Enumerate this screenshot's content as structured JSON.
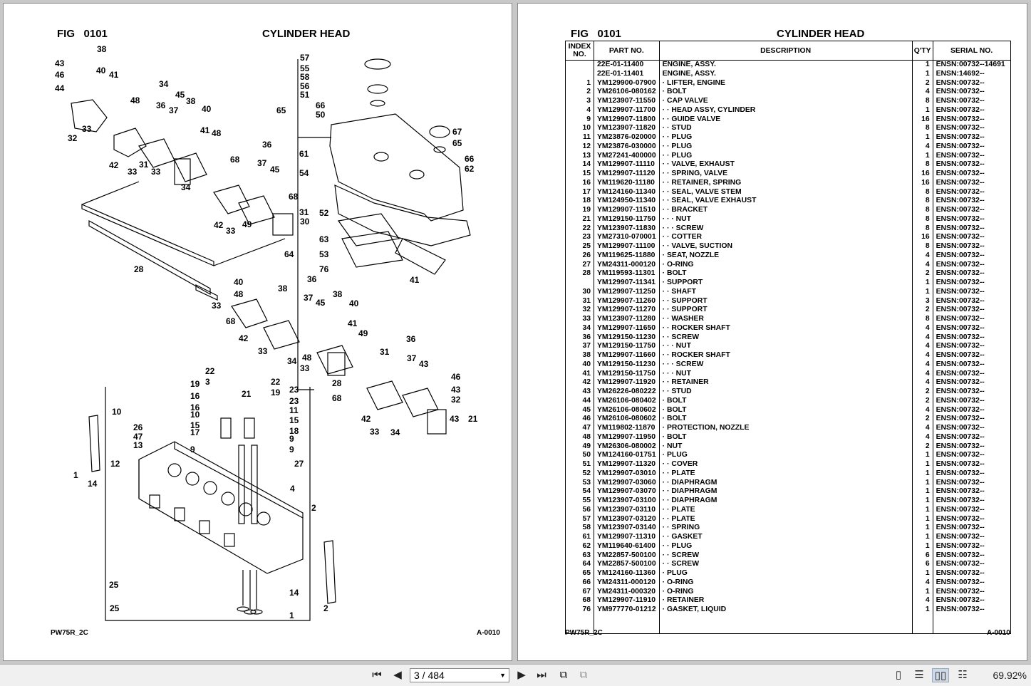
{
  "left_page": {
    "fig_label": "FIG",
    "fig_number": "0101",
    "title": "CYLINDER HEAD",
    "footer_left": "PW75R_2C",
    "footer_right": "A-0010"
  },
  "right_page": {
    "fig_label": "FIG",
    "fig_number": "0101",
    "title": "CYLINDER HEAD",
    "footer_left": "PW75R_2C",
    "footer_right": "A-0010",
    "columns": {
      "index": "INDEX NO.",
      "part": "PART NO.",
      "desc": "DESCRIPTION",
      "qty": "Q'TY",
      "serial": "SERIAL NO."
    },
    "rows": [
      [
        "",
        "22E-01-11400",
        "ENGINE, ASSY.",
        "1",
        "ENSN:00732--14691"
      ],
      [
        "",
        "22E-01-11401",
        "ENGINE, ASSY.",
        "1",
        "ENSN:14692--"
      ],
      [
        "1",
        "YM129900-07900",
        "· LIFTER, ENGINE",
        "2",
        "ENSN:00732--"
      ],
      [
        "2",
        "YM26106-080162",
        "· BOLT",
        "4",
        "ENSN:00732--"
      ],
      [
        "3",
        "YM123907-11550",
        "· CAP VALVE",
        "8",
        "ENSN:00732--"
      ],
      [
        "4",
        "YM129907-11700",
        "· · HEAD ASSY, CYLINDER",
        "1",
        "ENSN:00732--"
      ],
      [
        "9",
        "YM129907-11800",
        "· · GUIDE VALVE",
        "16",
        "ENSN:00732--"
      ],
      [
        "10",
        "YM123907-11820",
        "· · STUD",
        "8",
        "ENSN:00732--"
      ],
      [
        "11",
        "YM23876-020000",
        "· · PLUG",
        "1",
        "ENSN:00732--"
      ],
      [
        "12",
        "YM23876-030000",
        "· · PLUG",
        "4",
        "ENSN:00732--"
      ],
      [
        "13",
        "YM27241-400000",
        "· · PLUG",
        "1",
        "ENSN:00732--"
      ],
      [
        "14",
        "YM129907-11110",
        "· · VALVE, EXHAUST",
        "8",
        "ENSN:00732--"
      ],
      [
        "15",
        "YM129907-11120",
        "· · SPRING, VALVE",
        "16",
        "ENSN:00732--"
      ],
      [
        "16",
        "YM119620-11180",
        "· · RETAINER, SPRING",
        "16",
        "ENSN:00732--"
      ],
      [
        "17",
        "YM124160-11340",
        "· · SEAL, VALVE STEM",
        "8",
        "ENSN:00732--"
      ],
      [
        "18",
        "YM124950-11340",
        "· · SEAL, VALVE EXHAUST",
        "8",
        "ENSN:00732--"
      ],
      [
        "19",
        "YM129907-11510",
        "· · BRACKET",
        "8",
        "ENSN:00732--"
      ],
      [
        "21",
        "YM129150-11750",
        "· · · NUT",
        "8",
        "ENSN:00732--"
      ],
      [
        "22",
        "YM123907-11830",
        "· · · SCREW",
        "8",
        "ENSN:00732--"
      ],
      [
        "23",
        "YM27310-070001",
        "· · COTTER",
        "16",
        "ENSN:00732--"
      ],
      [
        "25",
        "YM129907-11100",
        "· · VALVE, SUCTION",
        "8",
        "ENSN:00732--"
      ],
      [
        "26",
        "YM119625-11880",
        "· SEAT, NOZZLE",
        "4",
        "ENSN:00732--"
      ],
      [
        "27",
        "YM24311-000120",
        "· O-RING",
        "4",
        "ENSN:00732--"
      ],
      [
        "28",
        "YM119593-11301",
        "· BOLT",
        "2",
        "ENSN:00732--"
      ],
      [
        "",
        "YM129907-11341",
        "· SUPPORT",
        "1",
        "ENSN:00732--"
      ],
      [
        "30",
        "YM129907-11250",
        "· · SHAFT",
        "1",
        "ENSN:00732--"
      ],
      [
        "31",
        "YM129907-11260",
        "· · SUPPORT",
        "3",
        "ENSN:00732--"
      ],
      [
        "32",
        "YM129907-11270",
        "· · SUPPORT",
        "2",
        "ENSN:00732--"
      ],
      [
        "33",
        "YM123907-11280",
        "· · WASHER",
        "8",
        "ENSN:00732--"
      ],
      [
        "34",
        "YM129907-11650",
        "· · ROCKER SHAFT",
        "4",
        "ENSN:00732--"
      ],
      [
        "36",
        "YM129150-11230",
        "· · SCREW",
        "4",
        "ENSN:00732--"
      ],
      [
        "37",
        "YM129150-11750",
        "· · · NUT",
        "4",
        "ENSN:00732--"
      ],
      [
        "38",
        "YM129907-11660",
        "· · ROCKER SHAFT",
        "4",
        "ENSN:00732--"
      ],
      [
        "40",
        "YM129150-11230",
        "· · · SCREW",
        "4",
        "ENSN:00732--"
      ],
      [
        "41",
        "YM129150-11750",
        "· · · NUT",
        "4",
        "ENSN:00732--"
      ],
      [
        "42",
        "YM129907-11920",
        "· · RETAINER",
        "4",
        "ENSN:00732--"
      ],
      [
        "43",
        "YM26226-080222",
        "· · STUD",
        "2",
        "ENSN:00732--"
      ],
      [
        "44",
        "YM26106-080402",
        "· BOLT",
        "2",
        "ENSN:00732--"
      ],
      [
        "45",
        "YM26106-080602",
        "· BOLT",
        "4",
        "ENSN:00732--"
      ],
      [
        "46",
        "YM26106-080602",
        "· BOLT",
        "2",
        "ENSN:00732--"
      ],
      [
        "47",
        "YM119802-11870",
        "· PROTECTION, NOZZLE",
        "4",
        "ENSN:00732--"
      ],
      [
        "48",
        "YM129907-11950",
        "· BOLT",
        "4",
        "ENSN:00732--"
      ],
      [
        "49",
        "YM26306-080002",
        "· NUT",
        "2",
        "ENSN:00732--"
      ],
      [
        "50",
        "YM124160-01751",
        "· PLUG",
        "1",
        "ENSN:00732--"
      ],
      [
        "51",
        "YM129907-11320",
        "· · COVER",
        "1",
        "ENSN:00732--"
      ],
      [
        "52",
        "YM129907-03010",
        "· · PLATE",
        "1",
        "ENSN:00732--"
      ],
      [
        "53",
        "YM129907-03060",
        "· · DIAPHRAGM",
        "1",
        "ENSN:00732--"
      ],
      [
        "54",
        "YM129907-03070",
        "· · DIAPHRAGM",
        "1",
        "ENSN:00732--"
      ],
      [
        "55",
        "YM123907-03100",
        "· · DIAPHRAGM",
        "1",
        "ENSN:00732--"
      ],
      [
        "56",
        "YM123907-03110",
        "· · PLATE",
        "1",
        "ENSN:00732--"
      ],
      [
        "57",
        "YM123907-03120",
        "· · PLATE",
        "1",
        "ENSN:00732--"
      ],
      [
        "58",
        "YM123907-03140",
        "· · SPRING",
        "1",
        "ENSN:00732--"
      ],
      [
        "61",
        "YM129907-11310",
        "· · GASKET",
        "1",
        "ENSN:00732--"
      ],
      [
        "62",
        "YM119640-61400",
        "· · PLUG",
        "1",
        "ENSN:00732--"
      ],
      [
        "63",
        "YM22857-500100",
        "· · SCREW",
        "6",
        "ENSN:00732--"
      ],
      [
        "64",
        "YM22857-500100",
        "· · SCREW",
        "6",
        "ENSN:00732--"
      ],
      [
        "65",
        "YM124160-11360",
        "· PLUG",
        "1",
        "ENSN:00732--"
      ],
      [
        "66",
        "YM24311-000120",
        "· O-RING",
        "4",
        "ENSN:00732--"
      ],
      [
        "67",
        "YM24311-000320",
        "· O-RING",
        "1",
        "ENSN:00732--"
      ],
      [
        "68",
        "YM129907-11910",
        "· RETAINER",
        "4",
        "ENSN:00732--"
      ],
      [
        "76",
        "YM977770-01212",
        "· GASKET, LIQUID",
        "1",
        "ENSN:00732--"
      ]
    ]
  },
  "diagram_callouts": [
    "43",
    "38",
    "46",
    "40",
    "41",
    "44",
    "48",
    "33",
    "32",
    "34",
    "36",
    "37",
    "45",
    "38",
    "40",
    "41",
    "48",
    "68",
    "42",
    "33",
    "31",
    "33",
    "34",
    "36",
    "37",
    "45",
    "68",
    "42",
    "33",
    "49",
    "31",
    "30",
    "28",
    "64",
    "57",
    "55",
    "58",
    "56",
    "51",
    "65",
    "66",
    "50",
    "67",
    "65",
    "66",
    "62",
    "61",
    "54",
    "52",
    "63",
    "53",
    "76",
    "41",
    "40",
    "48",
    "38",
    "33",
    "68",
    "42",
    "33",
    "34",
    "36",
    "37",
    "45",
    "38",
    "40",
    "41",
    "49",
    "48",
    "31",
    "33",
    "28",
    "68",
    "42",
    "33",
    "34",
    "36",
    "37",
    "43",
    "46",
    "43",
    "32",
    "43",
    "21",
    "22",
    "3",
    "21",
    "22",
    "19",
    "19",
    "23",
    "16",
    "23",
    "16",
    "11",
    "10",
    "10",
    "15",
    "15",
    "18",
    "17",
    "9",
    "9",
    "9",
    "27",
    "26",
    "47",
    "13",
    "12",
    "4",
    "2",
    "1",
    "14",
    "25",
    "25",
    "14",
    "1",
    "2"
  ],
  "toolbar": {
    "first_page_icon": "first-page-icon",
    "prev_page_icon": "prev-page-icon",
    "page_display": "3 / 484",
    "next_page_icon": "next-page-icon",
    "last_page_icon": "last-page-icon",
    "rotate_icon": "rotate-icon",
    "view_icons": [
      "single-page-icon",
      "continuous-icon",
      "two-page-icon",
      "two-page-continuous-icon"
    ],
    "zoom": "69.92%"
  }
}
